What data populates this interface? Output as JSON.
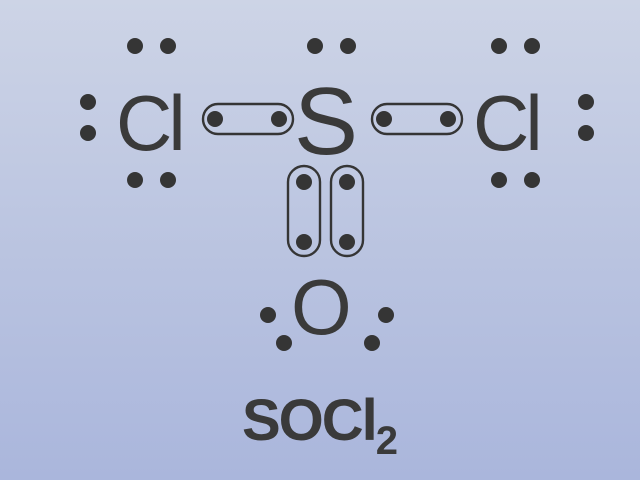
{
  "atoms": {
    "left_chlorine": "Cl",
    "sulfur": "S",
    "right_chlorine": "Cl",
    "oxygen": "O"
  },
  "formula": {
    "base": "SOCl",
    "subscript": "2"
  },
  "colors": {
    "background_top": "#cdd4e6",
    "background_bottom": "#aab6dc",
    "ink": "#353535"
  }
}
